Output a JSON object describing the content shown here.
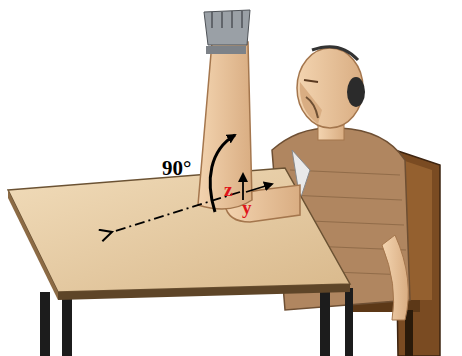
{
  "diagram": {
    "labels": [
      "90°",
      "z",
      "y"
    ]
  }
}
